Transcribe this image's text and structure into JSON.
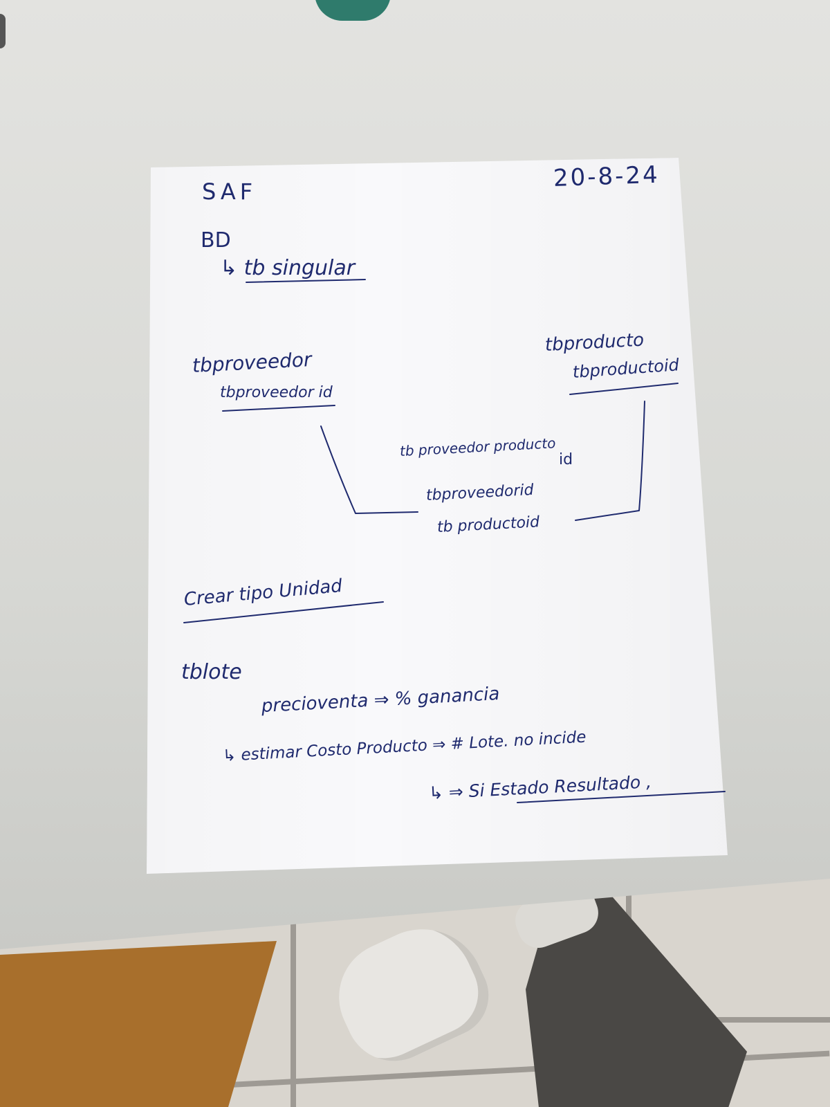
{
  "note": {
    "title": "SAF",
    "date": "20-8-24",
    "section_bd": "BD",
    "bd_rule": "↳ tb singular",
    "table_proveedor": "tbproveedor",
    "field_proveedor_id": "tbproveedor id",
    "table_producto": "tbproducto",
    "field_producto_id": "tbproductoid",
    "join_table": "tb proveedor producto",
    "join_id": "id",
    "join_field_proveedor": "tbproveedorid",
    "join_field_producto": "tb productoid",
    "task_unidad": "Crear tipo Unidad",
    "table_lote": "tblote",
    "lote_precio": "precioventa ⇒ % ganancia",
    "lote_costo": "↳ estimar Costo Producto ⇒ # Lote. no incide",
    "lote_estado": "↳ ⇒ Si  Estado Resultado ,"
  },
  "colors": {
    "ink": "#1f2a6e",
    "paper": "#f9f9fb",
    "desk": "#dcdcd8"
  }
}
